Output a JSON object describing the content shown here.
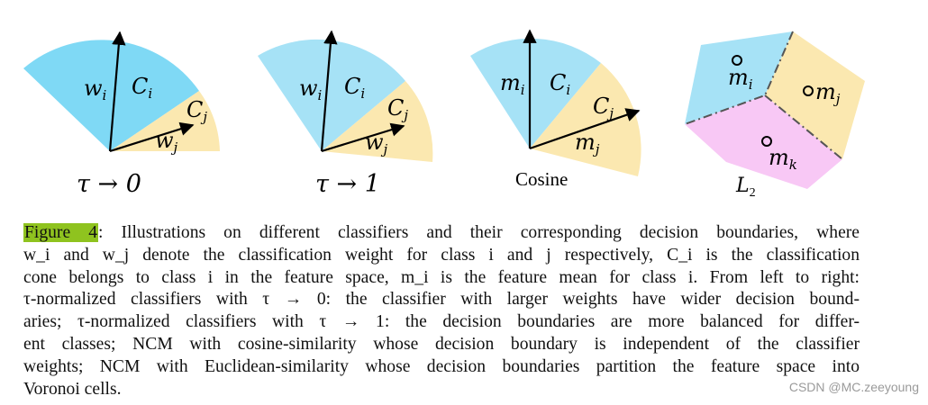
{
  "panels": [
    {
      "id": "tau0",
      "label": "τ → 0",
      "wi": "w",
      "wi_sub": "i",
      "ci": "C",
      "ci_sub": "i",
      "cj": "C",
      "cj_sub": "j",
      "wj": "w",
      "wj_sub": "j"
    },
    {
      "id": "tau1",
      "label": "τ → 1",
      "wi": "w",
      "wi_sub": "i",
      "ci": "C",
      "ci_sub": "i",
      "cj": "C",
      "cj_sub": "j",
      "wj": "w",
      "wj_sub": "j"
    },
    {
      "id": "cosine",
      "label": "Cosine",
      "wi": "m",
      "wi_sub": "i",
      "ci": "C",
      "ci_sub": "i",
      "cj": "C",
      "cj_sub": "j",
      "wj": "m",
      "wj_sub": "j"
    },
    {
      "id": "l2",
      "label": "L",
      "label_sub": "2",
      "mi": "m",
      "mi_sub": "i",
      "mj": "m",
      "mj_sub": "j",
      "mk": "m",
      "mk_sub": "k"
    }
  ],
  "caption": {
    "label": "Figure 4",
    "lines": [
      ":   Illustrations on different classifiers and their corresponding decision boundaries, where",
      "w_i and w_j denote the classification weight for class i and j respectively, C_i is the classification",
      "cone belongs to class i in the feature space, m_i is the feature mean for class i. From left to right:",
      "τ-normalized classifiers with τ → 0: the classifier with larger weights have wider decision bound-",
      "aries; τ-normalized classifiers with τ → 1: the decision boundaries are more balanced for differ-",
      "ent classes; NCM with cosine-similarity whose decision boundary is independent of the classifier",
      "weights; NCM with Euclidean-similarity whose decision boundaries partition the feature space into",
      "Voronoi cells."
    ]
  },
  "watermark": "CSDN @MC.zeeyoung",
  "colors": {
    "blue": "#9fe1f6",
    "blue_strong": "#7fd9f5",
    "yellow": "#fbe8b0",
    "pink": "#f8c8f5",
    "accent": "#8fc31f"
  }
}
